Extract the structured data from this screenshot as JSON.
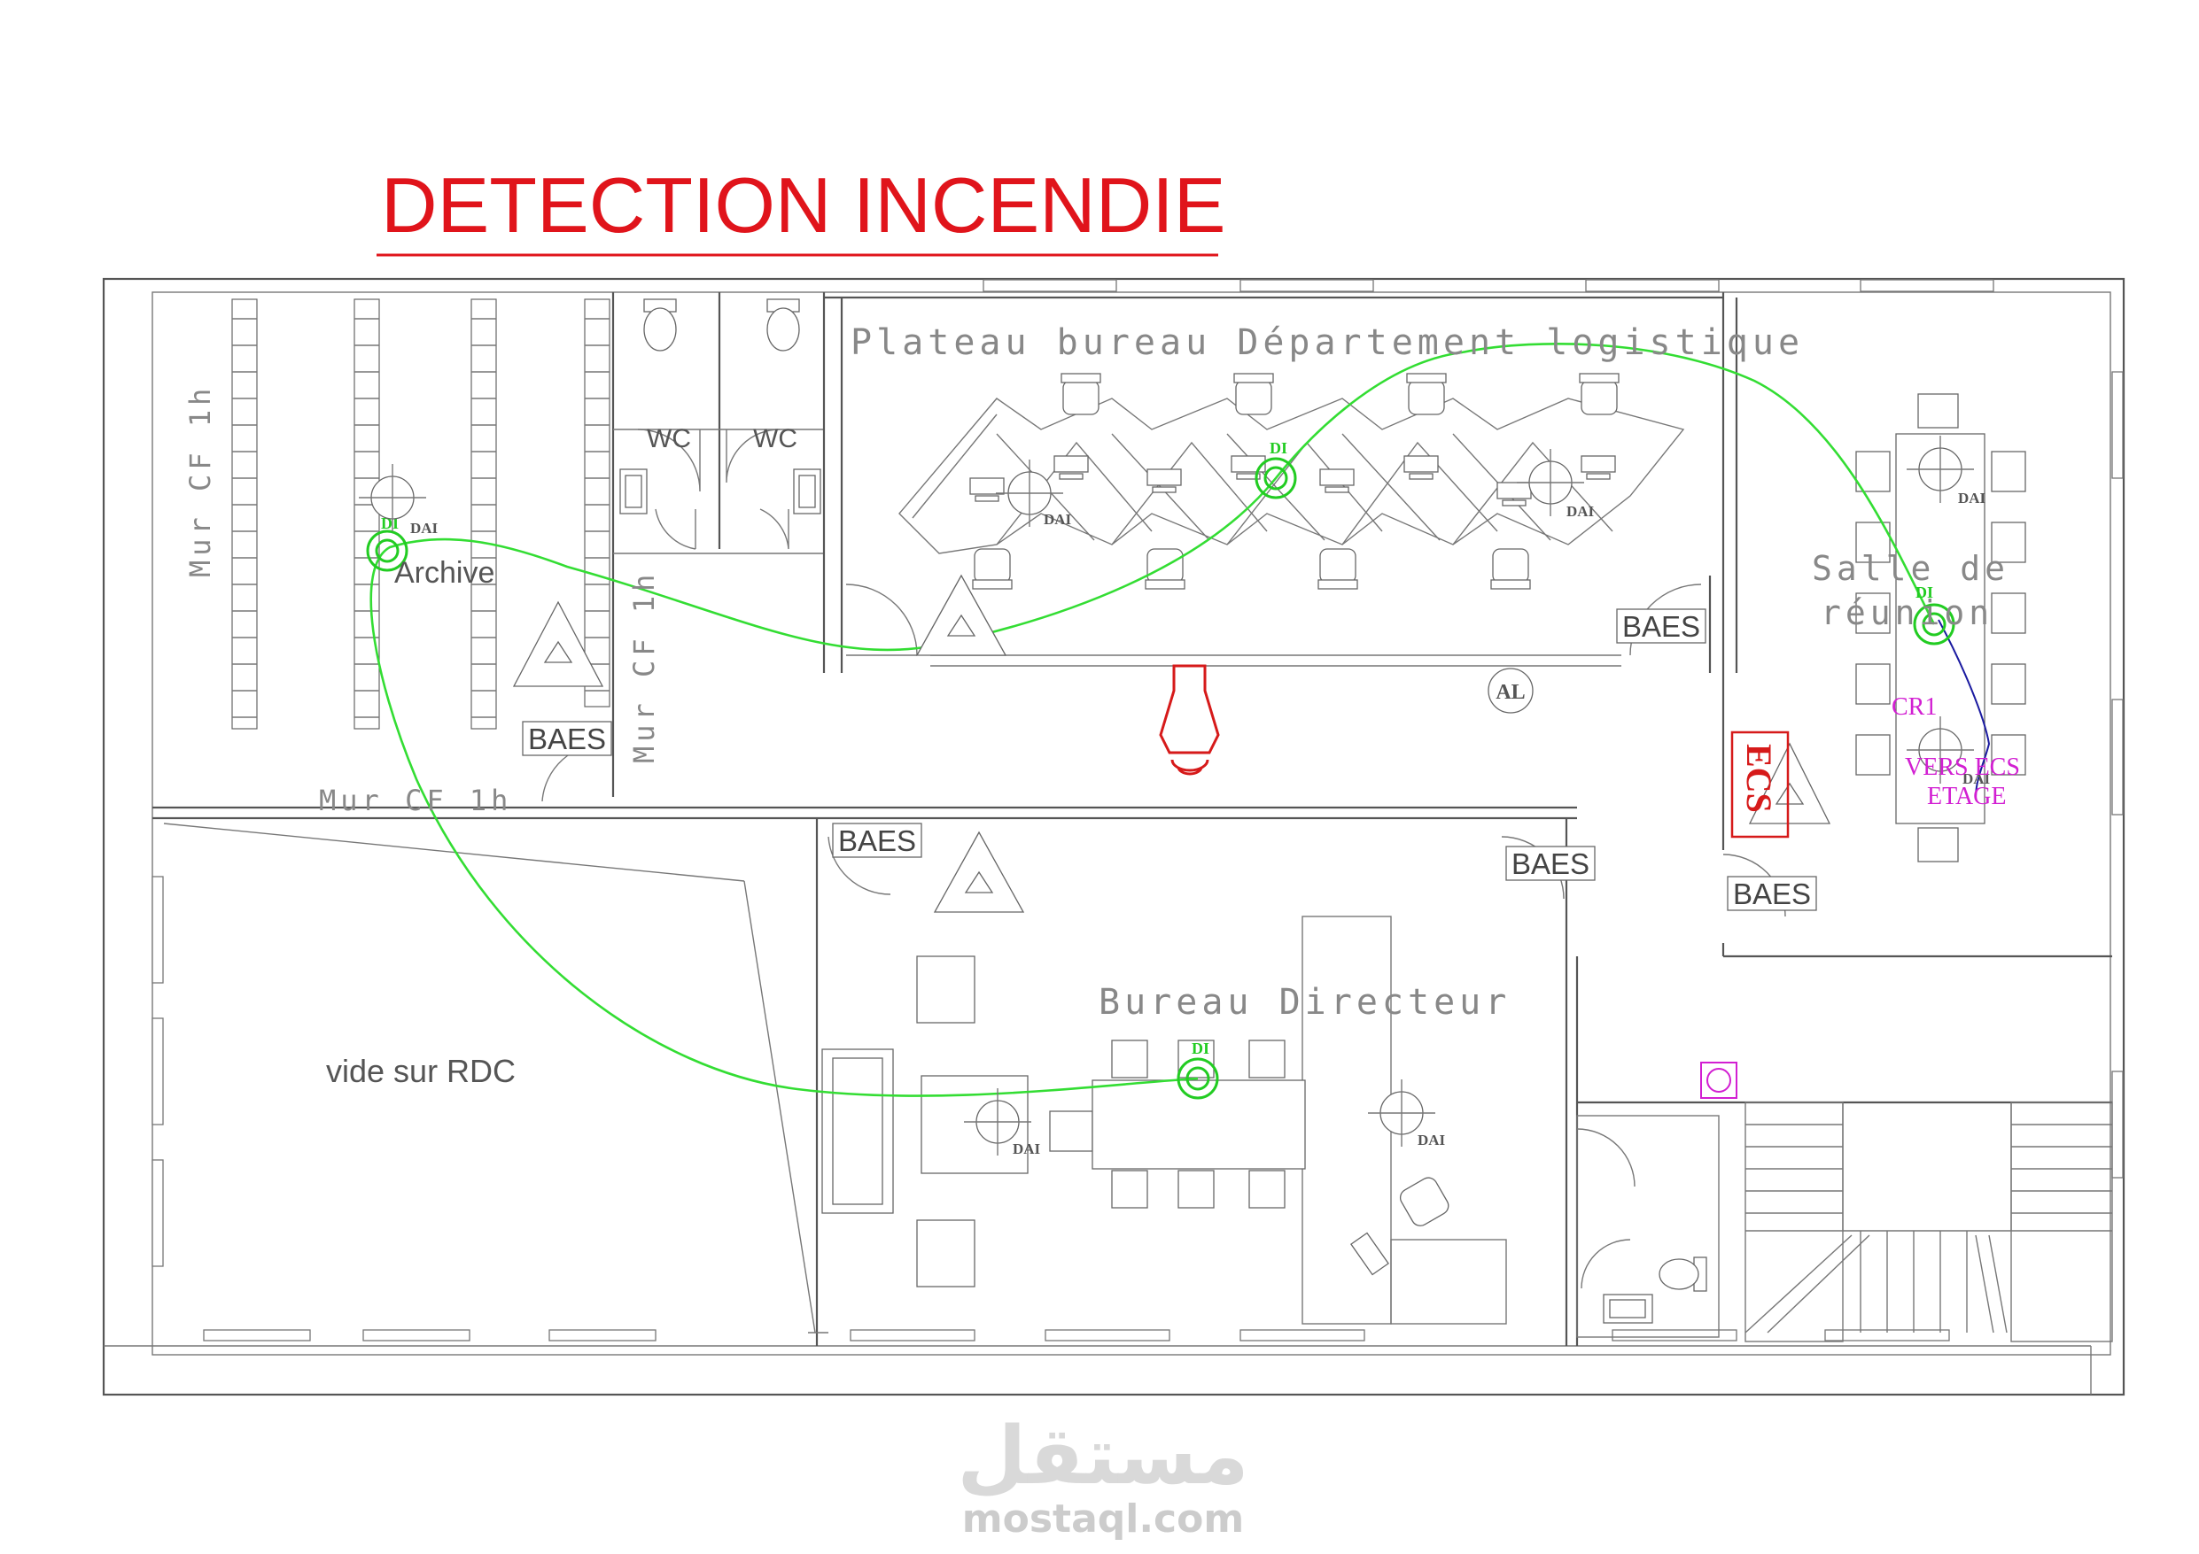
{
  "title": "DETECTION INCENDIE",
  "colors": {
    "title": "#e0141b",
    "cable": "#33dd33",
    "detector_label": "#22cc22",
    "ecs": "#d61a1a",
    "annotation": "#d21fd2",
    "wall": "#555555"
  },
  "rooms": {
    "archive": "Archive",
    "wc_left": "WC",
    "wc_right": "WC",
    "plateau": "Plateau bureau Département logistique",
    "salle_line1": "Salle de",
    "salle_line2": "réunion",
    "bureau": "Bureau Directeur",
    "vide": "vide sur RDC"
  },
  "walls": {
    "mur_cf_vertical_left": "Mur CF 1h",
    "mur_cf_vertical_mid": "Mur CF 1h",
    "mur_cf_horizontal": "Mur CF 1h"
  },
  "baes_label": "BAES",
  "detector_label": "DI",
  "dai_label": "DAI",
  "al_label": "AL",
  "ecs_label": "ECS",
  "cr1_label": "CR1",
  "vers_ecs_line1": "VERS ECS",
  "vers_ecs_line2": "ETAGE",
  "icons": [
    "extinguisher-triangle-icon",
    "siren-icon",
    "smoke-detector-icon",
    "manual-call-point-icon",
    "toilet-icon",
    "chair-icon",
    "workstation-icon"
  ],
  "watermark": {
    "arabic": "مستقل",
    "latin": "mostaql.com"
  }
}
